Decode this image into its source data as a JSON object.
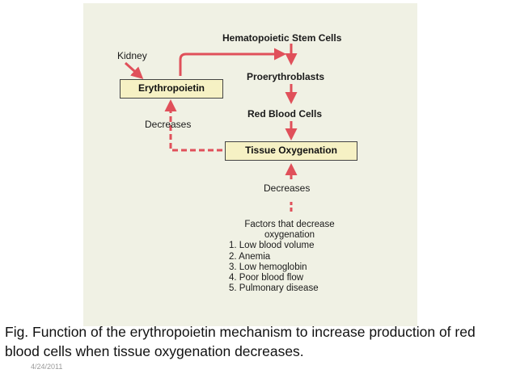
{
  "diagram": {
    "stem_cells": "Hematopoietic Stem Cells",
    "proerythroblasts": "Proerythroblasts",
    "red_blood_cells": "Red Blood Cells",
    "tissue_oxygenation": "Tissue Oxygenation",
    "kidney": "Kidney",
    "erythropoietin": "Erythropoietin",
    "decreases_left": "Decreases",
    "decreases_bottom": "Decreases",
    "factors_title_1": "Factors that decrease",
    "factors_title_2": "oxygenation",
    "factors": [
      "1. Low blood volume",
      "2. Anemia",
      "3. Low hemoglobin",
      "4. Poor blood flow",
      "5. Pulmonary disease"
    ],
    "arrow_color": "#e0505a",
    "background_color": "#f0f1e4",
    "box_color": "#f6f1c4"
  },
  "caption": {
    "text": "Fig. Function of the erythropoietin mechanism to increase production of red blood cells when tissue oxygenation decreases.",
    "date": "4/24/2011"
  }
}
